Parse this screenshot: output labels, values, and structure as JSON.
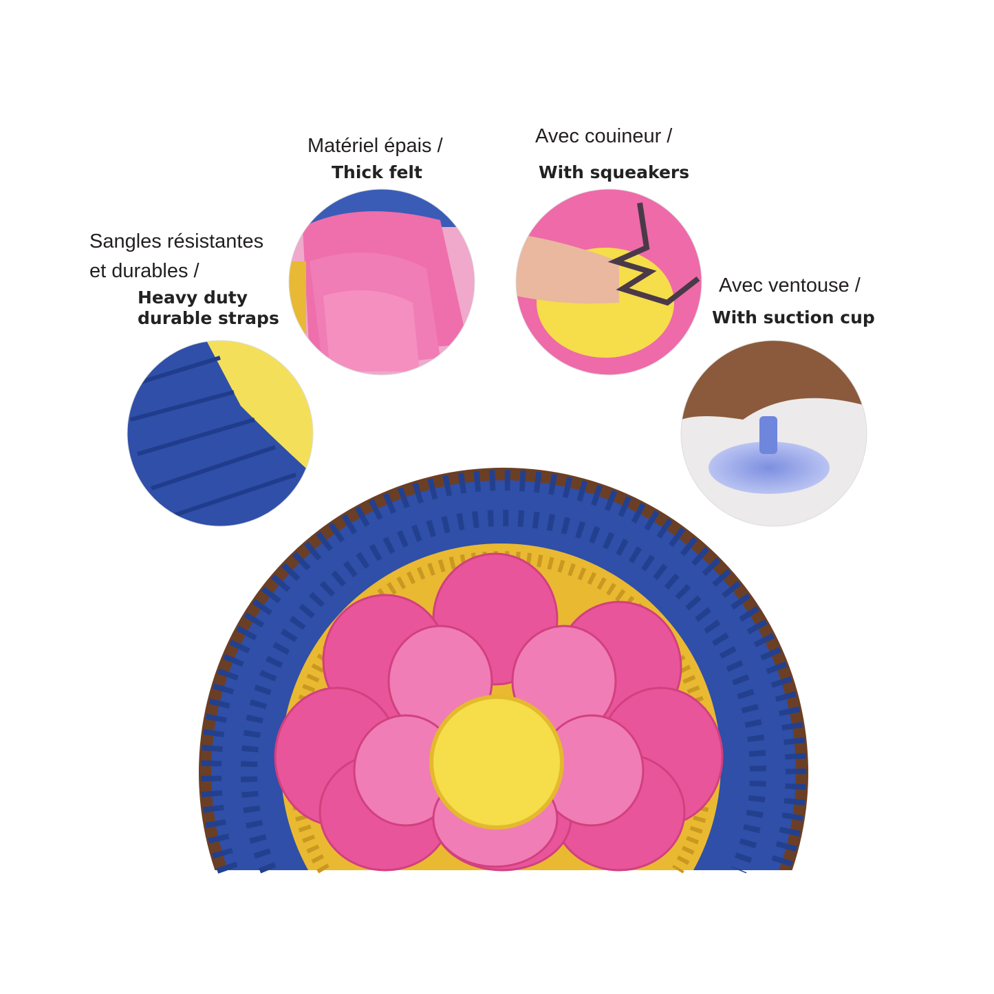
{
  "features": [
    {
      "fr": "Matériel épais /",
      "en": "Thick felt"
    },
    {
      "fr": "Avec couineur /",
      "en": "With squeakers"
    },
    {
      "fr_lines": [
        "Sangles résistantes",
        "et durables /"
      ],
      "en_lines": [
        "Heavy duty",
        "durable straps"
      ]
    },
    {
      "fr": "Avec ventouse /",
      "en": "With suction cup"
    }
  ],
  "colors": {
    "pink": "#e8559a",
    "blue": "#2f4fa8",
    "yellow": "#f5d94a",
    "brown": "#6b3f25"
  }
}
